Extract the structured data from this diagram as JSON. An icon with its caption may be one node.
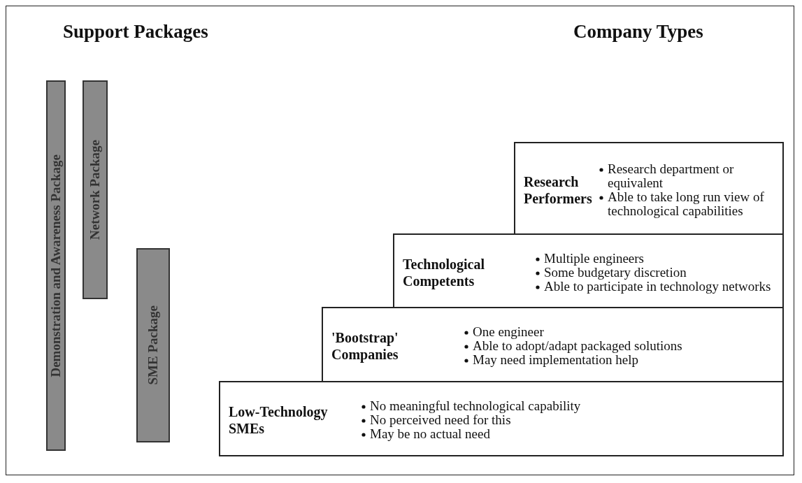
{
  "diagram": {
    "nodes": [
      {
        "text": [
          "Demonstration and Awareness Package"
        ]
      },
      {
        "text": [
          "Network Package"
        ]
      },
      {
        "text": [
          "SME Package"
        ]
      },
      {
        "text": [
          "Research Performers",
          "Research department or equivalent",
          "Able to take long run view of technological capabilities"
        ]
      },
      {
        "text": [
          "Technological Competents",
          "Multiple engineers",
          "Some budgetary discretion",
          "Able to participate in technology networks"
        ]
      },
      {
        "text": [
          "'Bootstrap' Companies",
          "One engineer",
          "Able to adopt/adapt packaged solutions",
          "May need implementation help"
        ]
      },
      {
        "text": [
          "Low-Technology SMEs",
          "No meaningful technological capability",
          "No perceived need for this",
          "May be no actual need"
        ]
      }
    ],
    "edges": [],
    "labels": [
      "Support Packages",
      "Company Types"
    ]
  }
}
